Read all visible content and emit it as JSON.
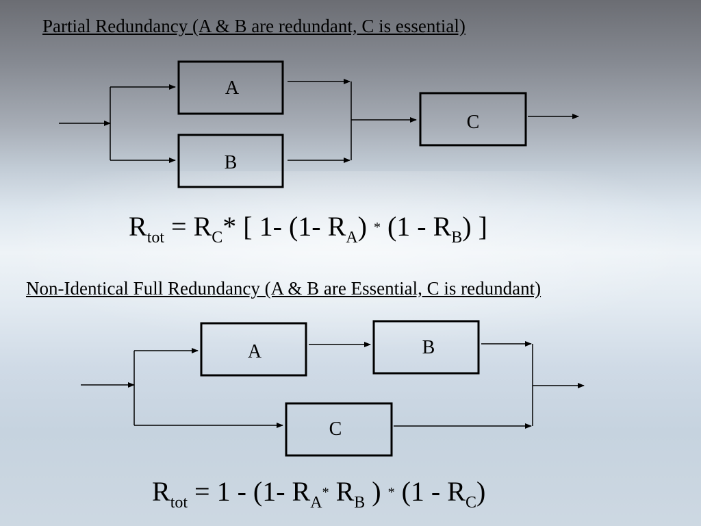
{
  "section1": {
    "heading": "Partial Redundancy (A & B are redundant, C is essential)",
    "blocks": {
      "a": "A",
      "b": "B",
      "c": "C"
    },
    "formula": {
      "r1": "R",
      "s1": "tot",
      "eq": " = R",
      "s2": "C",
      "star1": "*",
      "mid": " [ 1- (1- R",
      "s3": "A",
      "p1": ") ",
      "star2": "*",
      "mid2": " (1 - R",
      "s4": "B",
      "end": ") ]"
    }
  },
  "section2": {
    "heading": "Non-Identical Full Redundancy (A & B are Essential, C is redundant)",
    "blocks": {
      "a": "A",
      "b": "B",
      "c": "C"
    },
    "formula": {
      "r1": "R",
      "s1": "tot",
      "mid": " = 1 - (1- R",
      "s2": "A",
      "star1": "*",
      "mid2": " R",
      "s3": "B",
      "p1": " ) ",
      "star2": "*",
      "mid3": " (1 - R",
      "s4": "C",
      "end": ")"
    }
  }
}
